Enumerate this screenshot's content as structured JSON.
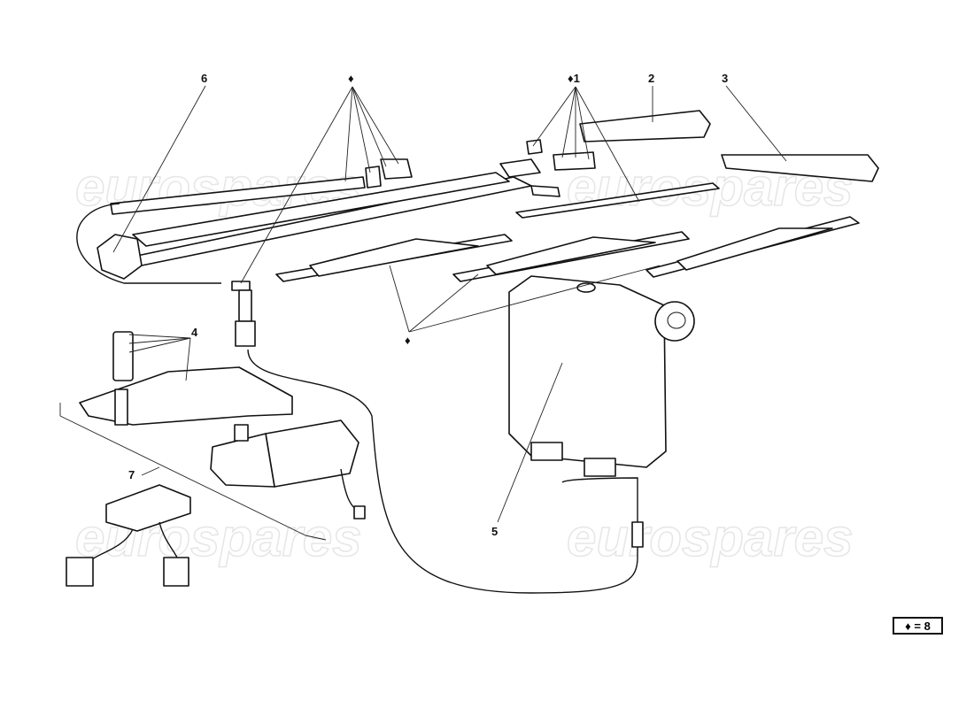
{
  "watermark": "eurospares",
  "callouts": {
    "c6": "6",
    "diamond_top": "♦",
    "diamond_1": "♦1",
    "c2": "2",
    "c3": "3",
    "c4": "4",
    "diamond_mid": "♦",
    "c7": "7",
    "c5": "5"
  },
  "legend": {
    "text": "♦ = 8"
  }
}
